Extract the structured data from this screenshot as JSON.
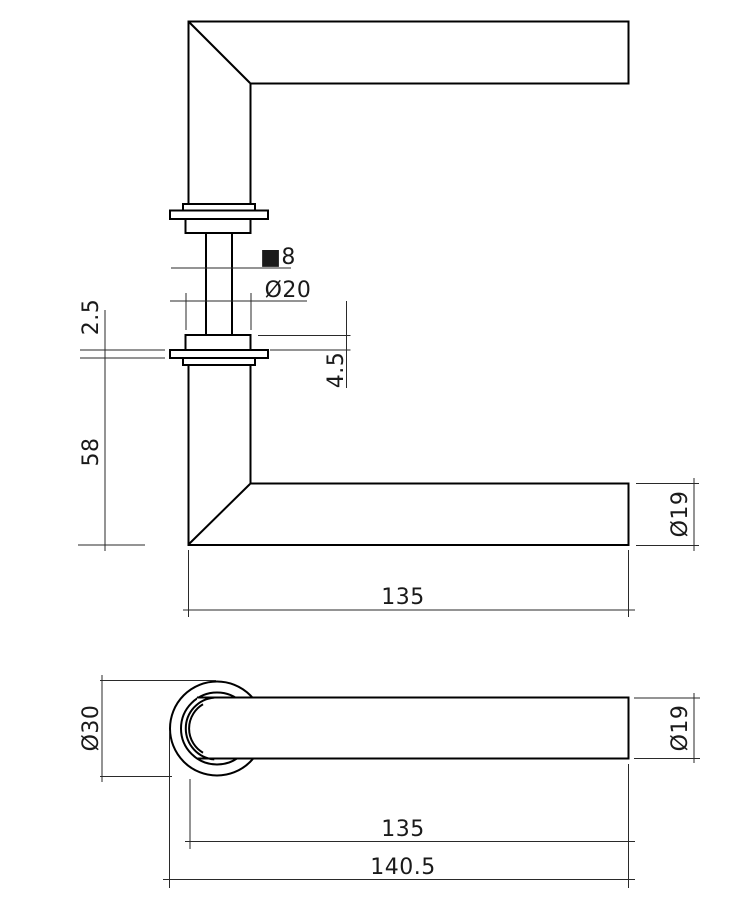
{
  "colors": {
    "line": "#000000",
    "dimension_line": "#2a2a2a",
    "background": "#ffffff"
  },
  "side_view": {
    "spindle_size_label": "■8",
    "neck_diameter_label": "Ø20",
    "rosette_cover_thickness_label": "2.5",
    "rosette_base_height_label": "4.5",
    "handle_height_label": "58",
    "grip_diameter_label": "Ø19",
    "grip_length_label": "135"
  },
  "front_view": {
    "rosette_diameter_label": "Ø30",
    "grip_diameter_label": "Ø19",
    "grip_length_label": "135",
    "total_length_label": "140.5"
  }
}
